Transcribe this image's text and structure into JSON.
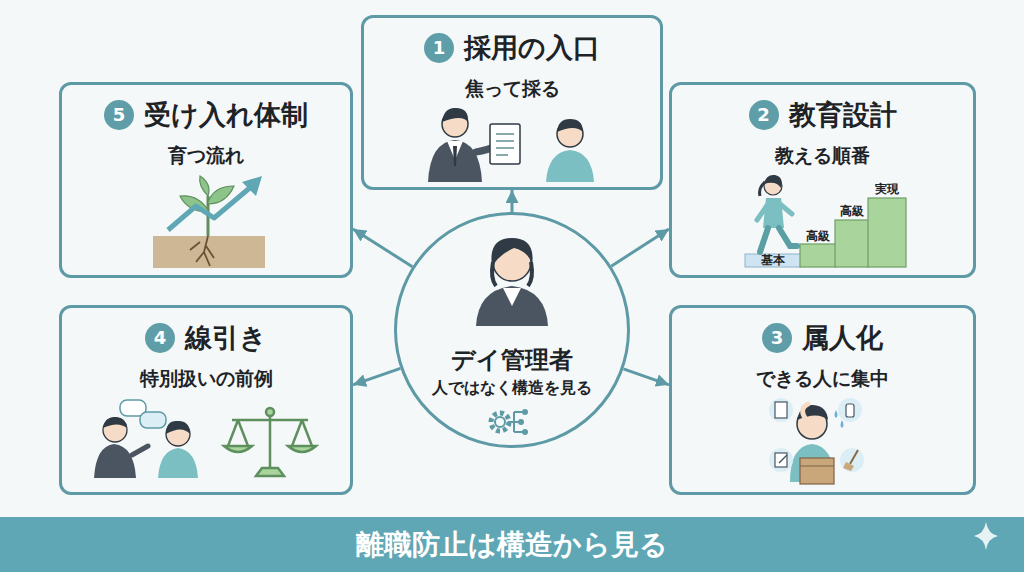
{
  "diagram": {
    "nodes": [
      {
        "text": [
          "採用の入口",
          "焦って採る"
        ]
      },
      {
        "text": [
          "1"
        ],
        "in": 0
      },
      {
        "text": [
          "教育設計",
          "教える順番"
        ]
      },
      {
        "text": [
          "2"
        ],
        "in": 2
      },
      {
        "text": [
          "属人化",
          "できる人に集中"
        ]
      },
      {
        "text": [
          "3"
        ],
        "in": 4
      },
      {
        "text": [
          "線引き",
          "特別扱いの前例"
        ]
      },
      {
        "text": [
          "4"
        ],
        "in": 6
      },
      {
        "text": [
          "受け入れ体制",
          "育つ流れ"
        ]
      },
      {
        "text": [
          "5"
        ],
        "in": 8
      },
      {
        "text": [
          "デイ管理者",
          "人ではなく構造を見る"
        ]
      },
      {
        "text": [
          "離職防止は構造から見る"
        ]
      }
    ],
    "edges": [
      {
        "from": 10,
        "to": 0,
        "arrow": "to"
      },
      {
        "from": 10,
        "to": 2,
        "arrow": "to"
      },
      {
        "from": 10,
        "to": 4,
        "arrow": "to"
      },
      {
        "from": 10,
        "to": 6,
        "arrow": "to"
      },
      {
        "from": 10,
        "to": 8,
        "arrow": "to"
      }
    ],
    "labels": [
      "基本",
      "高級",
      "高級",
      "実現"
    ]
  }
}
